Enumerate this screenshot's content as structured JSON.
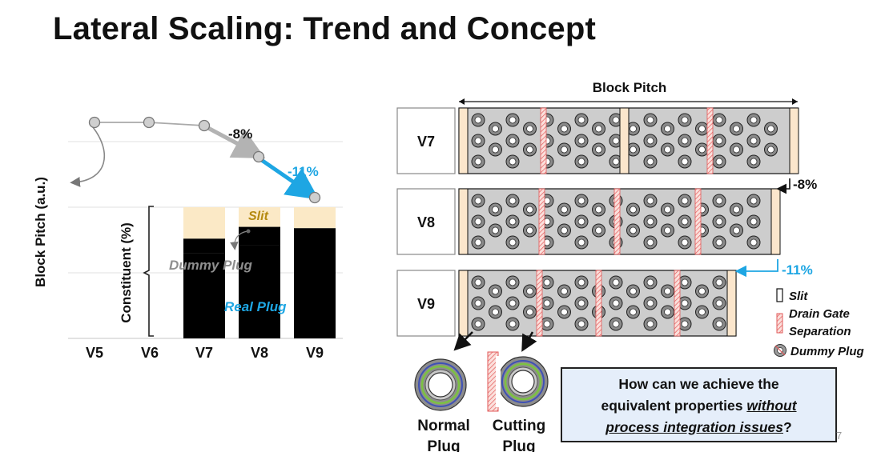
{
  "slide": {
    "title": "Lateral Scaling: Trend and Concept",
    "page_number": "7"
  },
  "colors": {
    "real_plug": "#dce9f7",
    "dummy_plug": "#d2d2d2",
    "slit": "#fbe9c6",
    "highlight_blue": "#1ea6e3",
    "gray_arrow": "#b3b3b3"
  },
  "chart_data": {
    "type": "line",
    "ylabel": "Block Pitch (a.u.)",
    "y2label": "Constituent (%)",
    "categories": [
      "V5",
      "V6",
      "V7",
      "V8",
      "V9"
    ],
    "trend_labels": [
      "-8%",
      "-11%"
    ],
    "stack_labels": {
      "slit": "Slit",
      "dummy": "Dummy Plug",
      "real": "Real Plug"
    },
    "constituent": [
      {
        "version": "V7",
        "slit": 24,
        "dummy": 11,
        "real": 65
      },
      {
        "version": "V8",
        "slit": 15,
        "dummy": 14,
        "real": 71
      },
      {
        "version": "V9",
        "slit": 16,
        "dummy": 0,
        "real": 84
      }
    ]
  },
  "diagram": {
    "block_pitch_label": "Block Pitch",
    "rows": [
      {
        "label": "V7",
        "reduction": ""
      },
      {
        "label": "V8",
        "reduction": "-8%"
      },
      {
        "label": "V9",
        "reduction": "-11%"
      }
    ],
    "legend": {
      "slit": "Slit",
      "dgs_line1": "Drain Gate",
      "dgs_line2": "Separation",
      "dummy": "Dummy Plug"
    },
    "plugs": {
      "normal_line1": "Normal",
      "normal_line2": "Plug",
      "cutting_line1": "Cutting",
      "cutting_line2": "Plug"
    }
  },
  "callout": {
    "line1": "How can we achieve the",
    "line2_pre": "equivalent properties ",
    "line2_em": "without",
    "line3_em": "process integration issues",
    "line3_post": "?"
  }
}
